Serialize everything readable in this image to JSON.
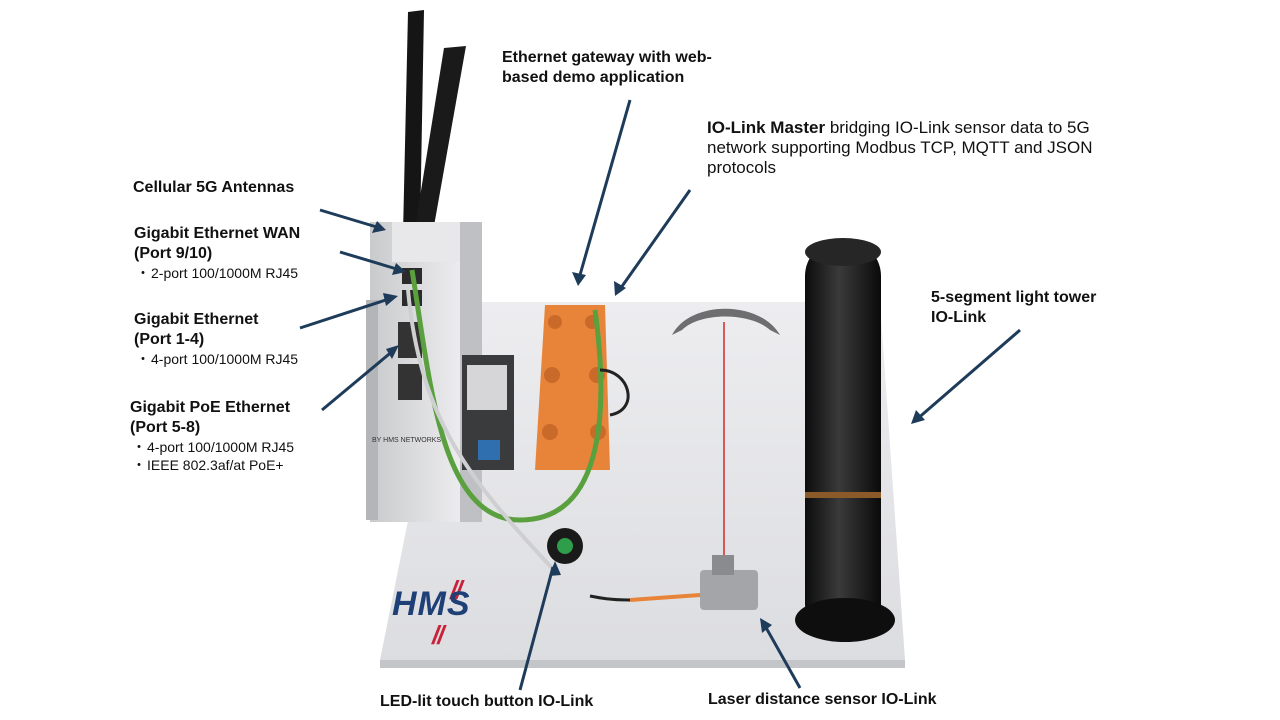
{
  "colors": {
    "arrow": "#1e3c5a",
    "panel": "#e7e7e9",
    "module": "#d9dadc",
    "iolink_master": "#e8843a",
    "cable_green": "#5aa03e",
    "logo_blue": "#1f3f77",
    "logo_red": "#c7223a"
  },
  "labels": {
    "gateway": {
      "line1": "Ethernet gateway with web-",
      "line2": "based demo application"
    },
    "iolink": {
      "bold": "IO-Link Master",
      "rest": " bridging IO-Link sensor data to 5G",
      "line2": "network supporting Modbus TCP, MQTT and JSON",
      "line3": "protocols"
    },
    "antennas": "Cellular 5G Antennas",
    "wan": {
      "line1": "Gigabit Ethernet WAN",
      "line2": "(Port 9/10)",
      "detail": "2-port 100/1000M RJ45"
    },
    "gig": {
      "line1": "Gigabit Ethernet",
      "line2": "(Port 1-4)",
      "detail": "4-port 100/1000M RJ45"
    },
    "poe": {
      "line1": "Gigabit PoE Ethernet",
      "line2": "(Port 5-8)",
      "detail1": "4-port 100/1000M RJ45",
      "detail2": "IEEE 802.3af/at PoE+"
    },
    "tower": {
      "line1": "5-segment light tower",
      "line2": "IO-Link"
    },
    "button": "LED-lit touch button IO-Link",
    "laser": "Laser distance sensor IO-Link"
  },
  "device": {
    "brand_text": "BY HMS NETWORKS"
  },
  "logo": {
    "text": "HMS",
    "marks": "//"
  }
}
